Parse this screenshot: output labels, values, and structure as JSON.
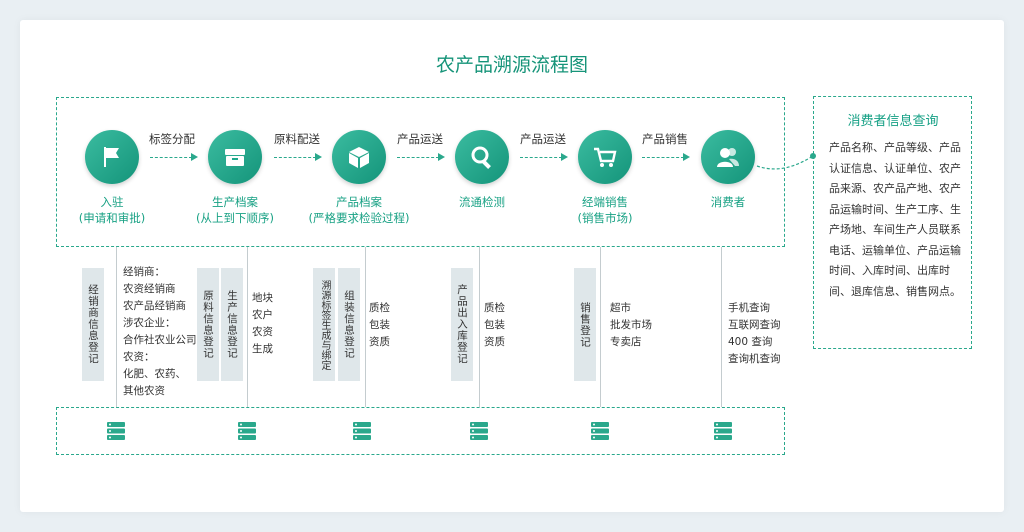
{
  "title": "农产品溯源流程图",
  "nodes": [
    {
      "label": "入驻",
      "sub": "(申请和审批)",
      "icon": "flag-icon"
    },
    {
      "label": "生产档案",
      "sub": "(从上到下顺序)",
      "icon": "archive-box-icon"
    },
    {
      "label": "产品档案",
      "sub": "(严格要求检验过程)",
      "icon": "package-icon"
    },
    {
      "label": "流通检测",
      "sub": "",
      "icon": "magnifier-icon"
    },
    {
      "label": "经端销售",
      "sub": "(销售市场)",
      "icon": "shopping-cart-icon"
    },
    {
      "label": "消费者",
      "sub": "",
      "icon": "users-icon"
    }
  ],
  "edges": [
    "标签分配",
    "原料配送",
    "产品运送",
    "产品运送",
    "产品销售"
  ],
  "tags": [
    "经销商信息登记",
    "原料信息登记",
    "生产信息登记",
    "溯源标签生成与绑定",
    "组装信息登记",
    "产品出入库登记",
    "销售登记"
  ],
  "lists": [
    "经销商：\n农资经销商\n农产品经销商\n涉农企业：\n合作社农业公司\n农资：\n化肥、农药、\n其他农资",
    "地块\n农户\n农资\n生成",
    "质检\n包装\n资质",
    "质检\n包装\n资质",
    "超市\n批发市场\n专卖店",
    "手机查询\n互联网查询\n400 查询\n查询机查询"
  ],
  "query": {
    "title": "消费者信息查询",
    "text": "产品名称、产品等级、产品认证信息、认证单位、农产品来源、农产品产地、农产品运输时间、生产工序、生产场地、车间生产人员联系电话、运输单位、产品运输时间、入库时间、出库时间、退库信息、销售网点。"
  },
  "colors": {
    "accent": "#169479",
    "node": "#1fa98b",
    "tag_bg": "#dfe7ea"
  }
}
